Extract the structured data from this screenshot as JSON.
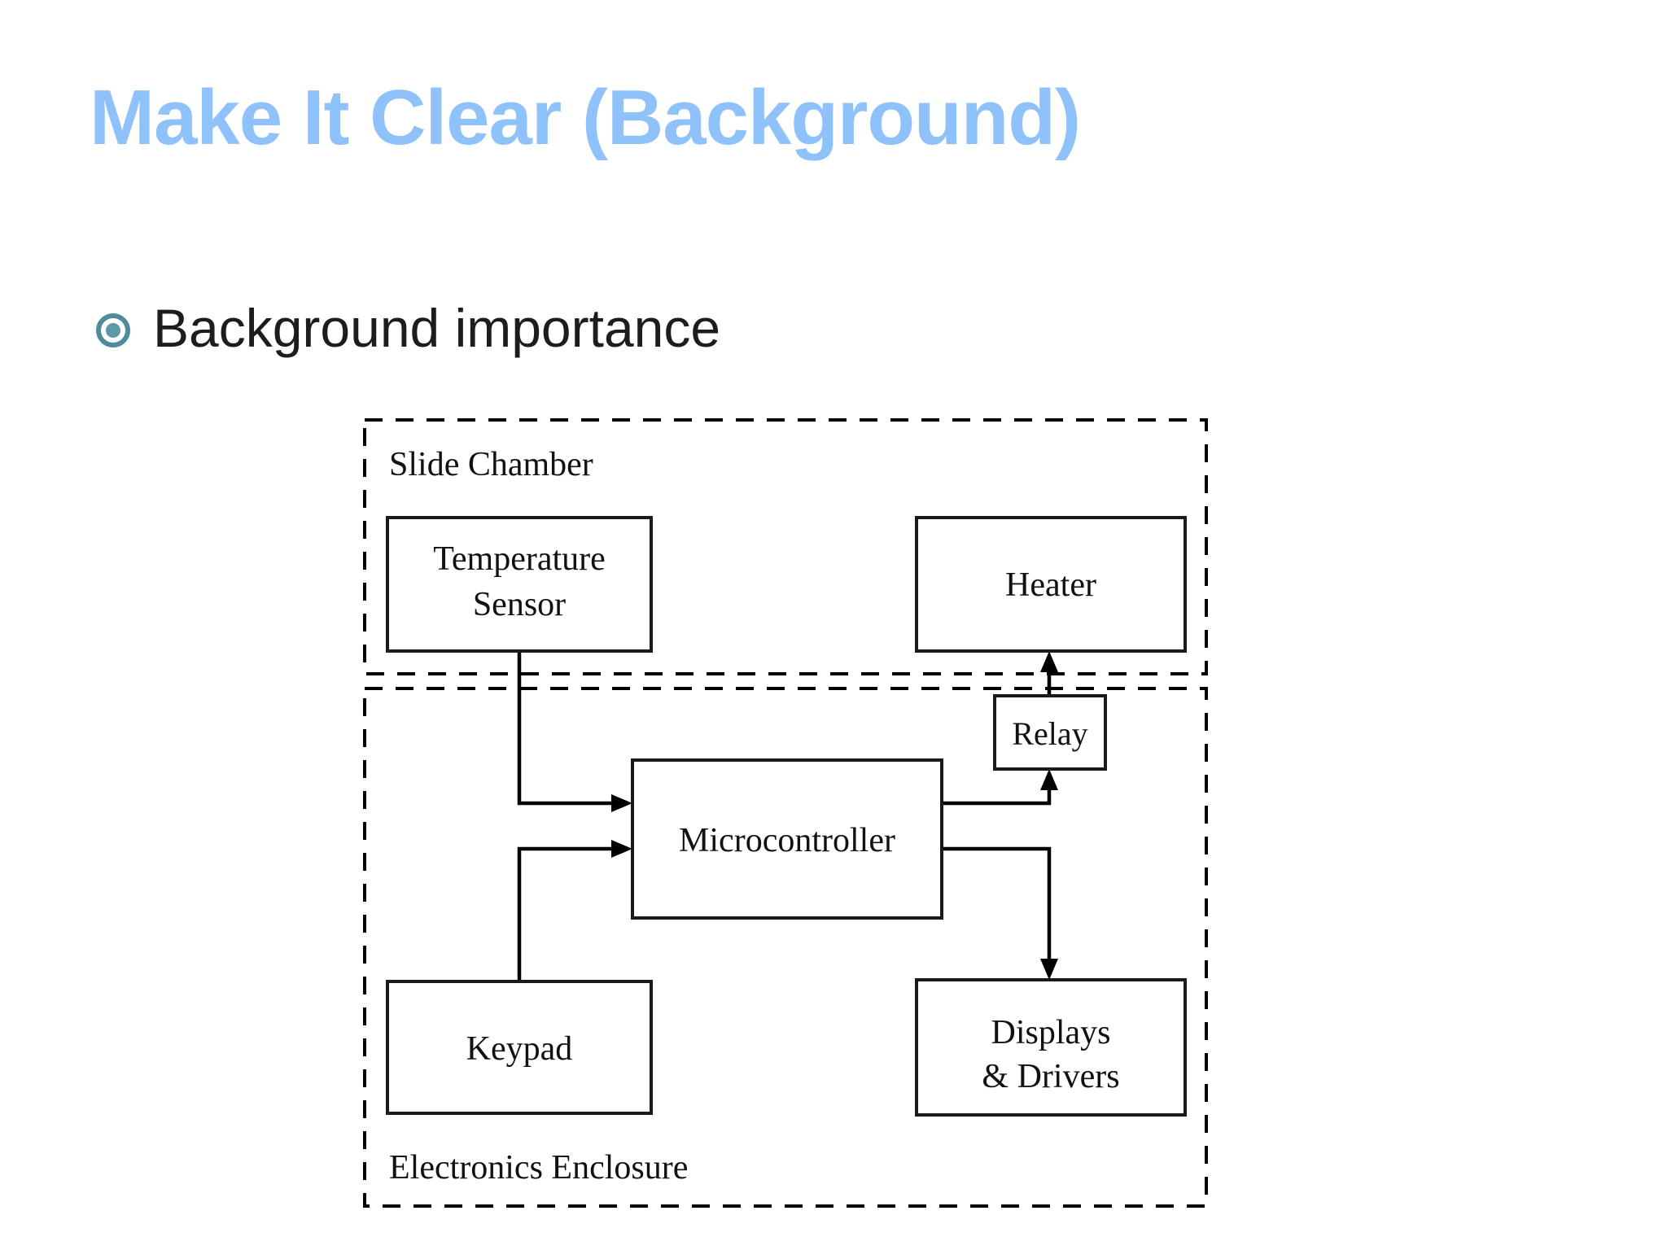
{
  "slide": {
    "title": "Make It Clear (Background)",
    "title_color": "#8FC2FA",
    "bullet_color": "#4F8B99",
    "bullets": [
      {
        "icon": "ring-dot-bullet-icon",
        "text": "Background importance"
      }
    ]
  },
  "diagram": {
    "type": "block-diagram",
    "regions": [
      {
        "id": "slide-chamber",
        "label": "Slide Chamber"
      },
      {
        "id": "electronics-enclosure",
        "label": "Electronics Enclosure"
      }
    ],
    "blocks": [
      {
        "id": "temperature-sensor",
        "label_line1": "Temperature",
        "label_line2": "Sensor",
        "region": "slide-chamber"
      },
      {
        "id": "heater",
        "label_line1": "Heater",
        "label_line2": "",
        "region": "slide-chamber"
      },
      {
        "id": "relay",
        "label_line1": "Relay",
        "label_line2": "",
        "region": "electronics-enclosure"
      },
      {
        "id": "microcontroller",
        "label_line1": "Microcontroller",
        "label_line2": "",
        "region": "electronics-enclosure"
      },
      {
        "id": "keypad",
        "label_line1": "Keypad",
        "label_line2": "",
        "region": "electronics-enclosure"
      },
      {
        "id": "displays-drivers",
        "label_line1": "Displays",
        "label_line2": "& Drivers",
        "region": "electronics-enclosure"
      }
    ],
    "connections": [
      {
        "from": "temperature-sensor",
        "to": "microcontroller",
        "arrow": true
      },
      {
        "from": "keypad",
        "to": "microcontroller",
        "arrow": true
      },
      {
        "from": "microcontroller",
        "to": "relay",
        "arrow": true
      },
      {
        "from": "microcontroller",
        "to": "displays-drivers",
        "arrow": true
      },
      {
        "from": "relay",
        "to": "heater",
        "arrow": true
      }
    ]
  }
}
